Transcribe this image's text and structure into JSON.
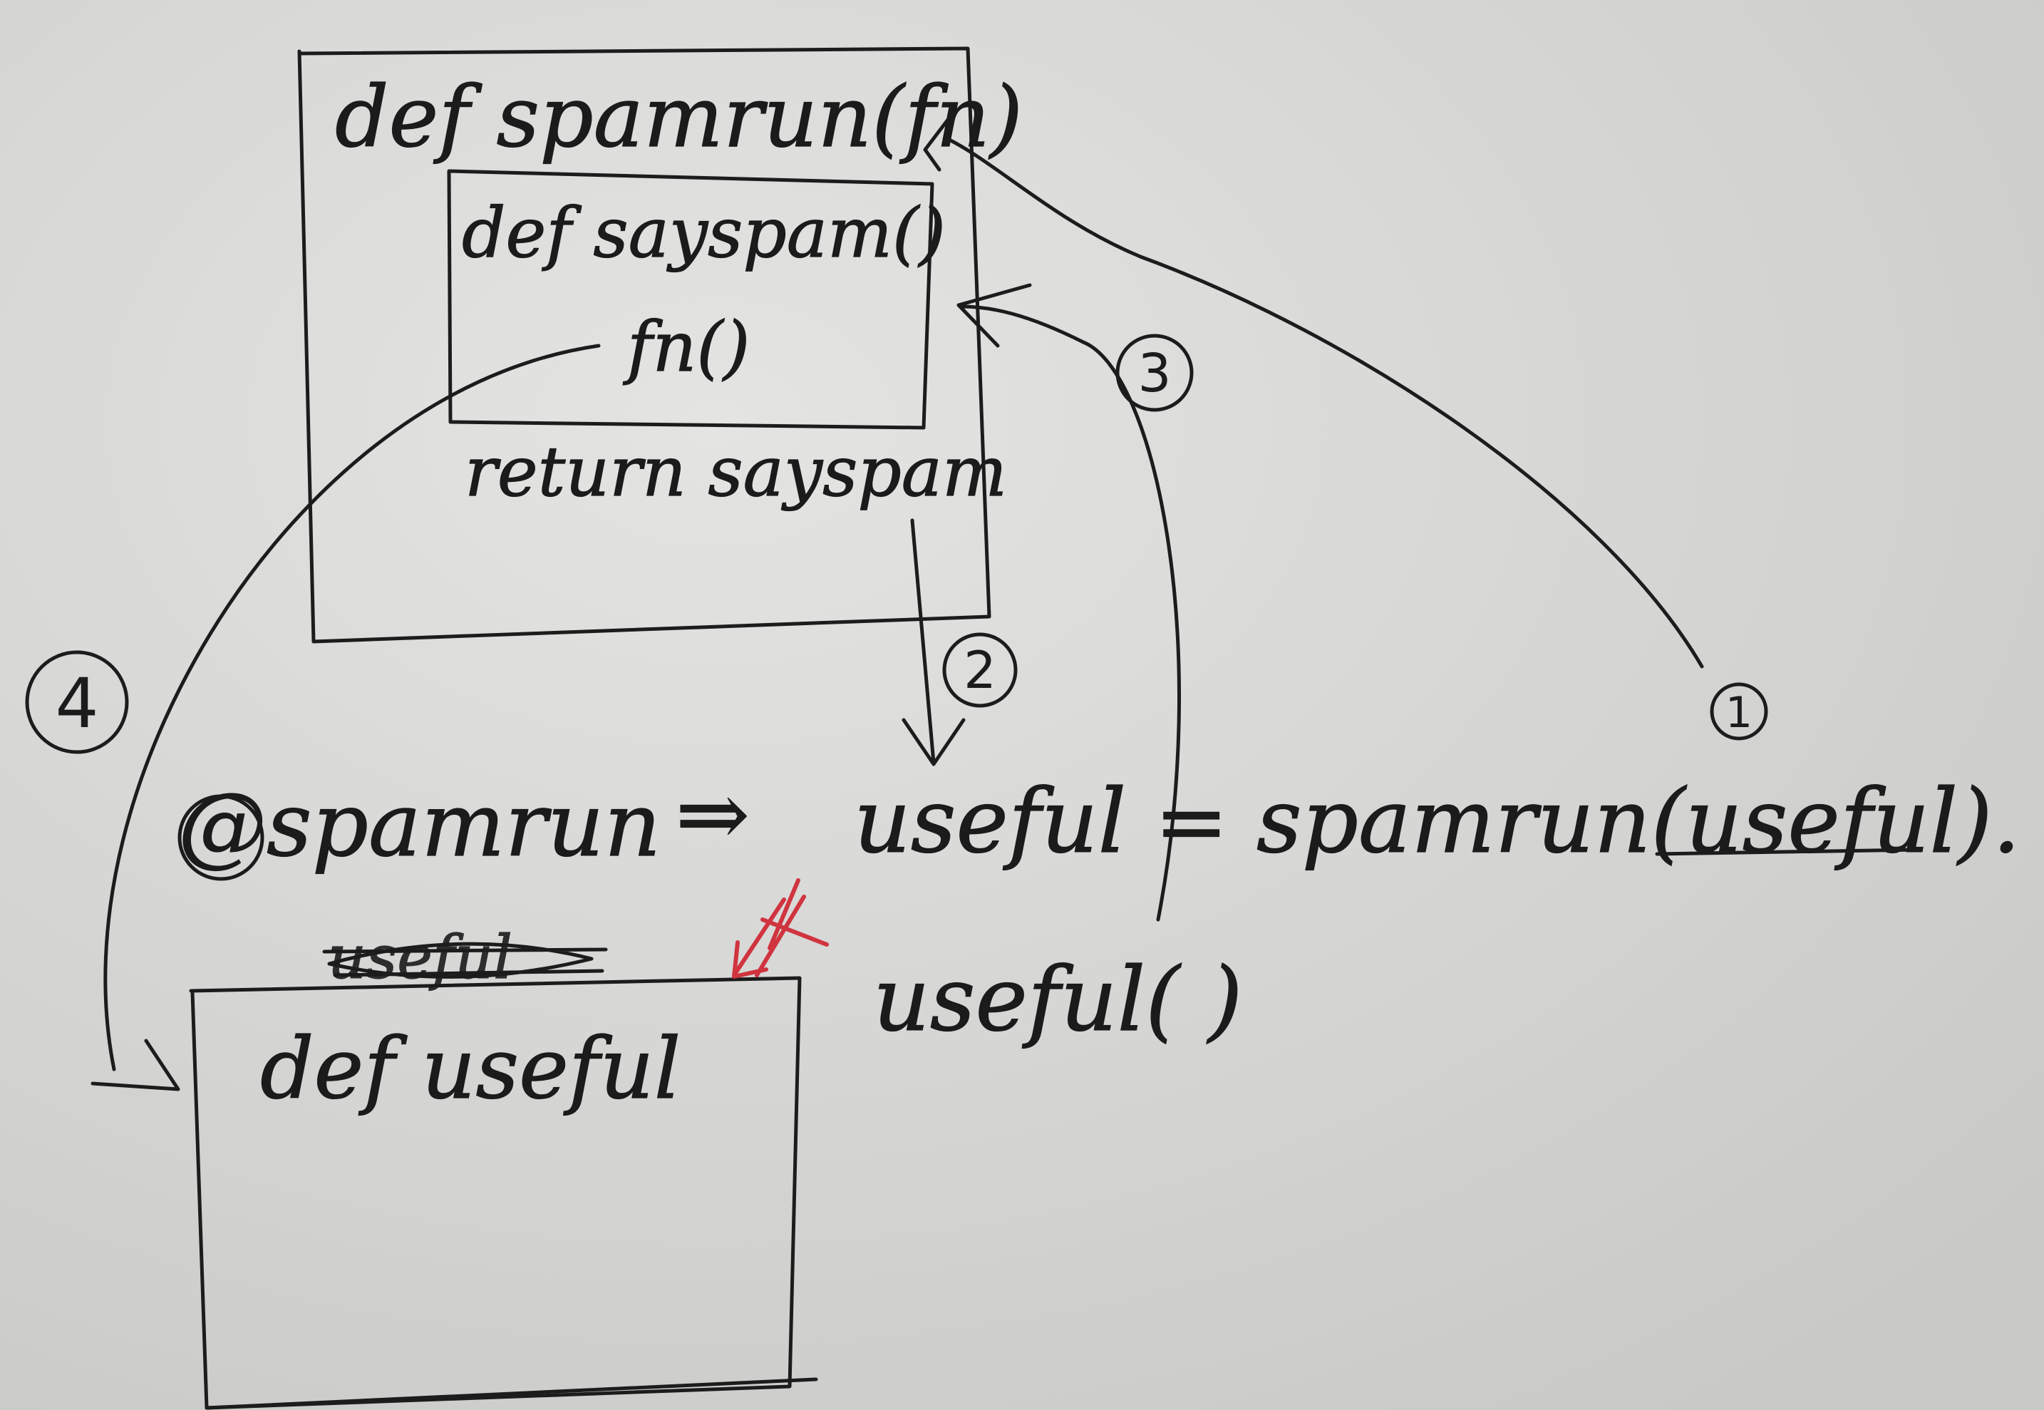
{
  "outer_box": {
    "def_line": "def spamrun(fn)",
    "inner_box": {
      "def_line": "def sayspam()",
      "call_line": "fn()"
    },
    "return_line": "return sayspam"
  },
  "decorator_line": {
    "decorator": "@spamrun",
    "arrow": "⇒",
    "assignment": "useful = spamrun(useful)."
  },
  "call_line": "useful( )",
  "useful_box": {
    "struck_text": "useful",
    "def_line": "def useful"
  },
  "step_labels": [
    "1",
    "2",
    "3",
    "4"
  ],
  "colors": {
    "paper": "#d9d9d7",
    "ink": "#1c1c1c",
    "red_mark": "#d0343f"
  }
}
